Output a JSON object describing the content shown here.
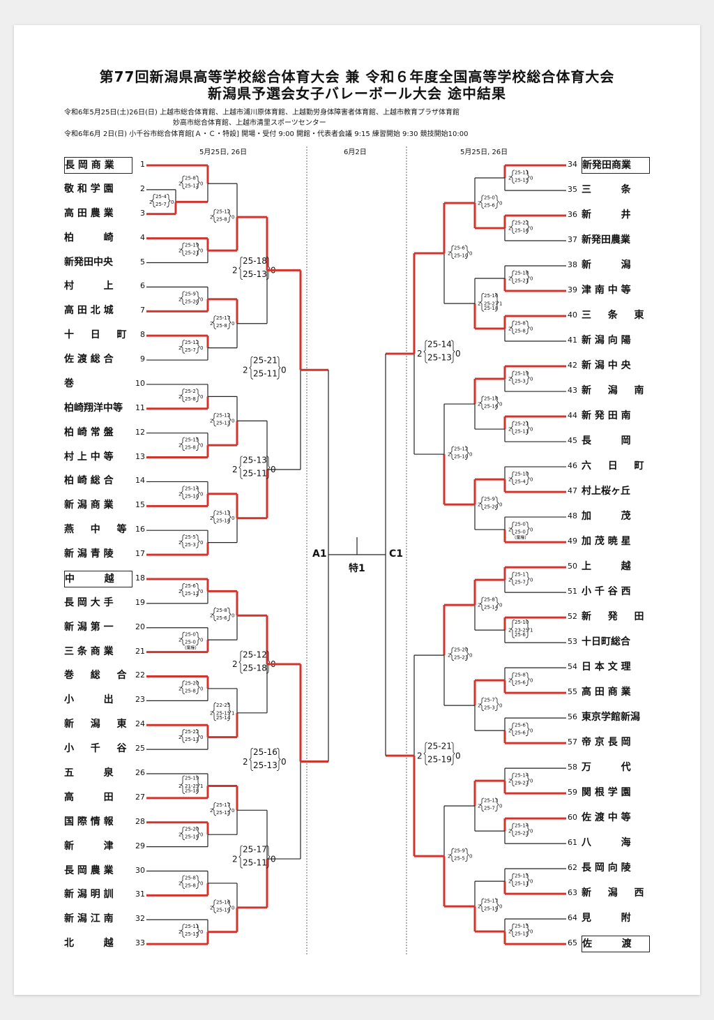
{
  "title": {
    "line1": "第77回新潟県高等学校総合体育大会 兼 令和６年度全国高等学校総合体育大会",
    "line2": "新潟県予選会女子バレーボール大会 途中結果"
  },
  "info": {
    "line1": "令和6年5月25日(土)26日(日) 上越市総合体育館、上越市浦川原体育館、上越勤労身体障害者体育館、上越市教育プラザ体育館",
    "line2": "妙高市総合体育館、上越市清里スポーツセンター",
    "line3": "令和6年6月 2日(日) 小千谷市総合体育館[Ａ・Ｃ・特設] 開場・受付 9:00 開館・代表者会議 9:15 練習開始 9:30 競技開始10:00"
  },
  "dates": {
    "left": "5月25日, 26日",
    "center": "6月2日",
    "right": "5月25日, 26日"
  },
  "center": {
    "court_left": "A1",
    "court_right": "C1",
    "special": "特1"
  },
  "colors": {
    "winner_line": "#d0342c",
    "line": "#222222"
  },
  "left_teams": [
    {
      "num": "1",
      "name": "長 岡 商 業",
      "boxed": true
    },
    {
      "num": "2",
      "name": "敬 和 学 園"
    },
    {
      "num": "3",
      "name": "高 田 農 業"
    },
    {
      "num": "4",
      "name": "柏 　 　 崎"
    },
    {
      "num": "5",
      "name": "新発田中央"
    },
    {
      "num": "6",
      "name": "村 　 　 上"
    },
    {
      "num": "7",
      "name": "高 田 北 城"
    },
    {
      "num": "8",
      "name": "十 　 日 　 町"
    },
    {
      "num": "9",
      "name": "佐 渡 総 合"
    },
    {
      "num": "10",
      "name": "巻"
    },
    {
      "num": "11",
      "name": "柏崎翔洋中等"
    },
    {
      "num": "12",
      "name": "柏 崎 常 盤"
    },
    {
      "num": "13",
      "name": "村 上 中 等"
    },
    {
      "num": "14",
      "name": "柏 崎 総 合"
    },
    {
      "num": "15",
      "name": "新 潟 商 業"
    },
    {
      "num": "16",
      "name": "燕 　 中 　 等"
    },
    {
      "num": "17",
      "name": "新 潟 青 陵"
    },
    {
      "num": "18",
      "name": "中 　 　 越",
      "boxed": true
    },
    {
      "num": "19",
      "name": "長 岡 大 手"
    },
    {
      "num": "20",
      "name": "新 潟 第 一"
    },
    {
      "num": "21",
      "name": "三 条 商 業"
    },
    {
      "num": "22",
      "name": "巻 　 総 　 合"
    },
    {
      "num": "23",
      "name": "小 　 　 出"
    },
    {
      "num": "24",
      "name": "新 　 潟 　 東"
    },
    {
      "num": "25",
      "name": "小 　 千 　 谷"
    },
    {
      "num": "26",
      "name": "五 　 　 泉"
    },
    {
      "num": "27",
      "name": "高 　 　 田"
    },
    {
      "num": "28",
      "name": "国 際 情 報"
    },
    {
      "num": "29",
      "name": "新 　 　 津"
    },
    {
      "num": "30",
      "name": "長 岡 農 業"
    },
    {
      "num": "31",
      "name": "新 潟 明 訓"
    },
    {
      "num": "32",
      "name": "新 潟 江 南"
    },
    {
      "num": "33",
      "name": "北 　 　 越"
    }
  ],
  "right_teams": [
    {
      "num": "34",
      "name": "新発田商業",
      "boxed": true
    },
    {
      "num": "35",
      "name": "三 　 　 条"
    },
    {
      "num": "36",
      "name": "新 　 　 井"
    },
    {
      "num": "37",
      "name": "新発田農業"
    },
    {
      "num": "38",
      "name": "新 　 　 潟"
    },
    {
      "num": "39",
      "name": "津 南 中 等"
    },
    {
      "num": "40",
      "name": "三 　 条 　 東"
    },
    {
      "num": "41",
      "name": "新 潟 向 陽"
    },
    {
      "num": "42",
      "name": "新 潟 中 央"
    },
    {
      "num": "43",
      "name": "新 　 潟 　 南"
    },
    {
      "num": "44",
      "name": "新 発 田 南"
    },
    {
      "num": "45",
      "name": "長 　 　 岡"
    },
    {
      "num": "46",
      "name": "六 　 日 　 町"
    },
    {
      "num": "47",
      "name": "村上桜ヶ丘"
    },
    {
      "num": "48",
      "name": "加 　 　 茂"
    },
    {
      "num": "49",
      "name": "加 茂 暁 星"
    },
    {
      "num": "50",
      "name": "上 　 　 越"
    },
    {
      "num": "51",
      "name": "小 千 谷 西"
    },
    {
      "num": "52",
      "name": "新 　 発 　 田"
    },
    {
      "num": "53",
      "name": "十日町総合"
    },
    {
      "num": "54",
      "name": "日 本 文 理"
    },
    {
      "num": "55",
      "name": "高 田 商 業"
    },
    {
      "num": "56",
      "name": "東京学館新潟"
    },
    {
      "num": "57",
      "name": "帝 京 長 岡"
    },
    {
      "num": "58",
      "name": "万 　 　 代"
    },
    {
      "num": "59",
      "name": "関 根 学 園"
    },
    {
      "num": "60",
      "name": "佐 渡 中 等"
    },
    {
      "num": "61",
      "name": "八 　 　 海"
    },
    {
      "num": "62",
      "name": "長 岡 向 陵"
    },
    {
      "num": "63",
      "name": "新 　 潟 　 西"
    },
    {
      "num": "64",
      "name": "見 　 　 附"
    },
    {
      "num": "65",
      "name": "佐 　 　 渡",
      "boxed": true
    }
  ],
  "scores": {
    "L_pre": {
      "top": "25-4",
      "bot": "25-7",
      "w": "2",
      "l": "0"
    },
    "L1": [
      {
        "top": "25-8",
        "bot": "25-12",
        "w": "2",
        "l": "0"
      },
      {
        "top": "25-19",
        "bot": "25-21",
        "w": "2",
        "l": "0"
      },
      {
        "top": "25-9",
        "bot": "25-20",
        "w": "2",
        "l": "0"
      },
      {
        "top": "25-12",
        "bot": "25-7",
        "w": "2",
        "l": "0"
      },
      {
        "top": "25-2",
        "bot": "25-8",
        "w": "2",
        "l": "0"
      },
      {
        "top": "25-15",
        "bot": "25-8",
        "w": "2",
        "l": "0"
      },
      {
        "top": "25-14",
        "bot": "25-10",
        "w": "2",
        "l": "0"
      },
      {
        "top": "25-5",
        "bot": "25-3",
        "w": "2",
        "l": "0"
      },
      {
        "top": "25-6",
        "bot": "25-12",
        "w": "2",
        "l": "0"
      },
      {
        "top": "25-0",
        "bot": "25-0",
        "w": "2",
        "l": "0",
        "note": "(棄権)"
      },
      {
        "top": "25-20",
        "bot": "25-8",
        "w": "2",
        "l": "0"
      },
      {
        "top": "25-22",
        "bot": "25-13",
        "w": "2",
        "l": "0"
      },
      {
        "top": "25-19",
        "mid": "21-25",
        "bot": "25-18",
        "w": "2",
        "l": "1"
      },
      {
        "top": "25-20",
        "bot": "25-19",
        "w": "2",
        "l": "0"
      },
      {
        "top": "25-8",
        "bot": "25-8",
        "w": "2",
        "l": "0"
      },
      {
        "top": "25-11",
        "bot": "25-15",
        "w": "2",
        "l": "0"
      }
    ],
    "L2": [
      {
        "top": "25-12",
        "bot": "25-8",
        "w": "2",
        "l": "0"
      },
      {
        "top": "25-17",
        "bot": "25-8",
        "w": "2",
        "l": "0"
      },
      {
        "top": "25-12",
        "bot": "25-13",
        "w": "2",
        "l": "0"
      },
      {
        "top": "25-13",
        "bot": "25-18",
        "w": "2",
        "l": "0"
      },
      {
        "top": "25-8",
        "bot": "25-6",
        "w": "2",
        "l": "0"
      },
      {
        "top": "22-25",
        "mid": "25-15",
        "bot": "25-14",
        "w": "2",
        "l": "1"
      },
      {
        "top": "25-17",
        "bot": "25-15",
        "w": "2",
        "l": "0"
      },
      {
        "top": "25-16",
        "bot": "25-19",
        "w": "2",
        "l": "0"
      }
    ],
    "L3": [
      {
        "top": "25-18",
        "bot": "25-13",
        "w": "2",
        "l": "0"
      },
      {
        "top": "25-13",
        "bot": "25-11",
        "w": "2",
        "l": "0"
      },
      {
        "top": "25-12",
        "bot": "25-18",
        "w": "2",
        "l": "0"
      },
      {
        "top": "25-17",
        "bot": "25-11",
        "w": "2",
        "l": "0"
      }
    ],
    "L4": [
      {
        "top": "25-21",
        "bot": "25-11",
        "w": "2",
        "l": "0"
      },
      {
        "top": "25-16",
        "bot": "25-13",
        "w": "2",
        "l": "0"
      }
    ],
    "R1": [
      {
        "top": "25-11",
        "bot": "25-15",
        "w": "2",
        "l": "0"
      },
      {
        "top": "25-22",
        "bot": "25-16",
        "w": "2",
        "l": "0"
      },
      {
        "top": "25-18",
        "bot": "25-21",
        "w": "2",
        "l": "0"
      },
      {
        "top": "25-8",
        "bot": "25-8",
        "w": "2",
        "l": "0"
      },
      {
        "top": "25-19",
        "bot": "25-3",
        "w": "2",
        "l": "0"
      },
      {
        "top": "25-21",
        "bot": "25-11",
        "w": "2",
        "l": "0"
      },
      {
        "top": "25-10",
        "bot": "25-4",
        "w": "2",
        "l": "0"
      },
      {
        "top": "25-0",
        "bot": "25-0",
        "w": "2",
        "l": "0",
        "note": "(棄権)"
      },
      {
        "top": "25-1",
        "bot": "25-7",
        "w": "2",
        "l": "0"
      },
      {
        "top": "25-10",
        "mid": "23-25",
        "bot": "25-6",
        "w": "2",
        "l": "1"
      },
      {
        "top": "25-8",
        "bot": "25-6",
        "w": "2",
        "l": "0"
      },
      {
        "top": "25-6",
        "bot": "25-6",
        "w": "2",
        "l": "0"
      },
      {
        "top": "25-14",
        "bot": "29-27",
        "w": "2",
        "l": "0"
      },
      {
        "top": "25-14",
        "bot": "25-23",
        "w": "2",
        "l": "0"
      },
      {
        "top": "25-15",
        "bot": "25-11",
        "w": "2",
        "l": "0"
      },
      {
        "top": "25-15",
        "bot": "25-15",
        "w": "2",
        "l": "0"
      }
    ],
    "R2": [
      {
        "top": "25-0",
        "bot": "25-6",
        "w": "2",
        "l": "0"
      },
      {
        "top": "25-16",
        "mid": "25-27",
        "bot": "25-18",
        "w": "2",
        "l": "1"
      },
      {
        "top": "25-18",
        "bot": "25-16",
        "w": "2",
        "l": "0"
      },
      {
        "top": "25-9",
        "bot": "25-20",
        "w": "2",
        "l": "0"
      },
      {
        "top": "25-8",
        "bot": "25-14",
        "w": "2",
        "l": "0"
      },
      {
        "top": "25-7",
        "bot": "25-3",
        "w": "2",
        "l": "0"
      },
      {
        "top": "25-13",
        "bot": "25-7",
        "w": "2",
        "l": "0"
      },
      {
        "top": "25-17",
        "bot": "25-19",
        "w": "2",
        "l": "0"
      }
    ],
    "R3": [
      {
        "top": "25-6",
        "bot": "25-10",
        "w": "2",
        "l": "0"
      },
      {
        "top": "25-12",
        "bot": "25-10",
        "w": "2",
        "l": "0"
      },
      {
        "top": "25-20",
        "bot": "25-23",
        "w": "2",
        "l": "0"
      },
      {
        "top": "25-9",
        "bot": "25-5",
        "w": "2",
        "l": "0"
      }
    ],
    "R4": [
      {
        "top": "25-14",
        "bot": "25-13",
        "w": "2",
        "l": "0"
      },
      {
        "top": "25-21",
        "bot": "25-19",
        "w": "2",
        "l": "0"
      }
    ]
  }
}
